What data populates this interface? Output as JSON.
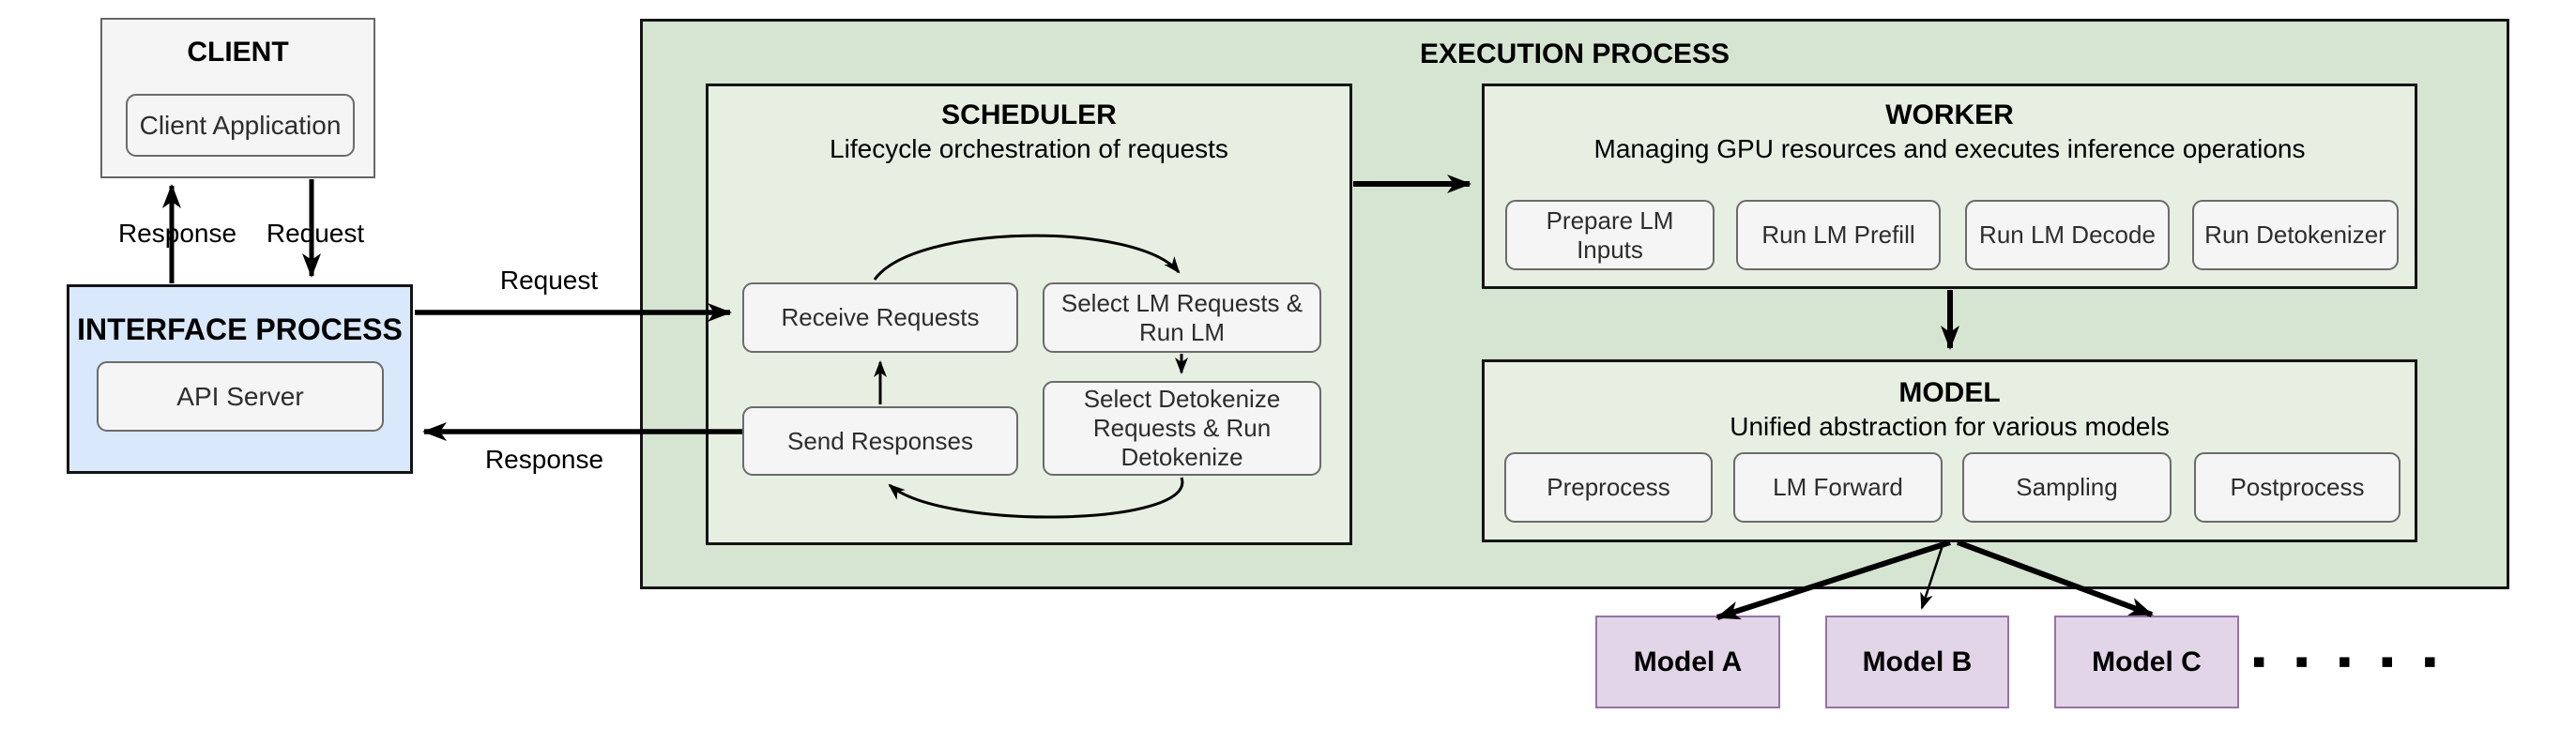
{
  "client": {
    "title": "CLIENT",
    "app_label": "Client Application"
  },
  "interface_process": {
    "title": "INTERFACE PROCESS",
    "server_label": "API Server"
  },
  "flow_labels": {
    "client_response": "Response",
    "client_request": "Request",
    "interface_request": "Request",
    "interface_response": "Response"
  },
  "execution_process": {
    "title": "EXECUTION PROCESS",
    "scheduler": {
      "title": "SCHEDULER",
      "subtitle": "Lifecycle orchestration of requests",
      "nodes": [
        "Receive Requests",
        "Select LM Requests & Run LM",
        "Select Detokenize Requests & Run Detokenize",
        "Send Responses"
      ]
    },
    "worker": {
      "title": "WORKER",
      "subtitle": "Managing GPU resources and executes inference operations",
      "steps": [
        "Prepare LM Inputs",
        "Run LM Prefill",
        "Run LM Decode",
        "Run Detokenizer"
      ]
    },
    "model": {
      "title": "MODEL",
      "subtitle": "Unified abstraction for various models",
      "steps": [
        "Preprocess",
        "LM Forward",
        "Sampling",
        "Postprocess"
      ]
    }
  },
  "models": [
    "Model A",
    "Model B",
    "Model C"
  ],
  "models_ellipsis": "▪ ▪ ▪ ▪ ▪",
  "colors": {
    "execution_bg": "#d6e4d2",
    "panel_bg": "#e7efe3",
    "node_bg": "#f5f5f5",
    "node_border": "#666666",
    "interface_bg": "#dae8fc",
    "client_bg": "#f5f5f5",
    "model_chip_bg": "#e1d5e7",
    "model_chip_border": "#9673a6",
    "arrow": "#000000"
  }
}
